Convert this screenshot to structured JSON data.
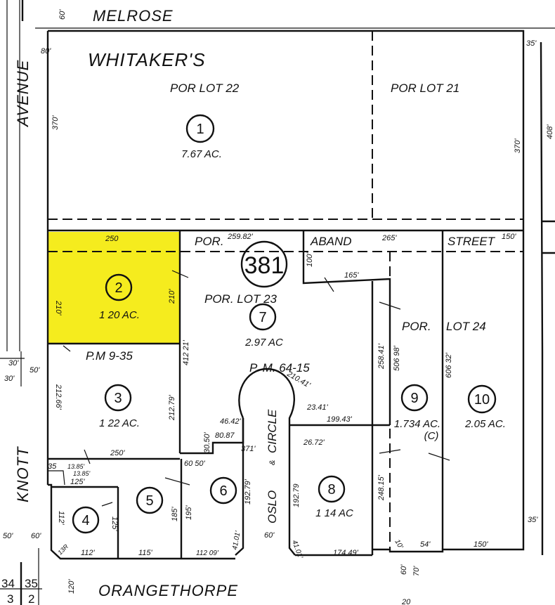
{
  "streets": {
    "top": "MELROSE",
    "left": "AVENUE",
    "left_lower": "KNOTT",
    "bottom": "ORANGETHORPE",
    "circle": "OSLO",
    "circle_suffix": "CIRCLE",
    "aband_1": "ABAND",
    "aband_2": "STREET"
  },
  "tract": {
    "name": "WHITAKER'S",
    "page_number": "381",
    "pm_top": "P. M.  64-15",
    "pm_left": "P.M  9-35"
  },
  "lots": {
    "por_lot_22": "POR  LOT 22",
    "por_lot_21": "POR   LOT   21",
    "por": "POR.",
    "por_lot_23": "POR. LOT   23",
    "por_lot_24_a": "POR.",
    "por_lot_24_b": "LOT    24"
  },
  "parcels": [
    {
      "number": "1",
      "acres": "7.67 AC."
    },
    {
      "number": "2",
      "acres": "1 20 AC."
    },
    {
      "number": "3",
      "acres": "1 22 AC."
    },
    {
      "number": "4",
      "acres": ""
    },
    {
      "number": "5",
      "acres": ""
    },
    {
      "number": "6",
      "acres": ""
    },
    {
      "number": "7",
      "acres": "2.97 AC"
    },
    {
      "number": "8",
      "acres": "1 14 AC"
    },
    {
      "number": "9",
      "acres": "1.734 AC.",
      "note": "(C)"
    },
    {
      "number": "10",
      "acres": "2.05 AC."
    }
  ],
  "dimensions": {
    "d60_top": "60'",
    "d80": "80'",
    "d370_left": "370'",
    "d370_right": "370'",
    "d35_top": "35'",
    "d408": "408'",
    "d250_top": "250",
    "d259": "259.82'",
    "d265": "265'",
    "d150_top": "150'",
    "d210_left": "210'",
    "d210_right": "210'",
    "d100": "100'",
    "d165": "165'",
    "d412": "412 21'",
    "d258": "258.41'",
    "d506": "506 98'",
    "d606": "606 32'",
    "d30": "30'",
    "d50_a": "50'",
    "d30b": "30'",
    "d212_66": "212.66'",
    "d212_79": "212.79'",
    "d210_41": "210.41'",
    "d250_mid": "250'",
    "d46": "46.42'",
    "d80_87": "80.87",
    "d30_50": "30.50'",
    "d60_50": "60 50'",
    "d371": "371'",
    "d23": "23.41'",
    "d199": "199.43'",
    "d26": "26.72'",
    "d35_left": "35",
    "d13_85a": "13.85'",
    "d13_85b": "13.85'",
    "d125_a": "125'",
    "d112_left": "112'",
    "d125_b": "125'",
    "d185": "185'",
    "d195": "195'",
    "d192_79a": "192.79'",
    "d192_79b": "192.79",
    "d248": "248.15'",
    "d50_b": "50'",
    "d60_b": "60'",
    "d13r": "13R",
    "d112_bot": "112'",
    "d115": "115'",
    "d112_09": "112 09'",
    "d41_a": "41.01'",
    "d60_c": "60'",
    "d41_b": "41.01'",
    "d174": "174 49'",
    "d10": "10'",
    "d54": "54'",
    "d150_bot": "150'",
    "d35_right": "35'",
    "d60_d": "60'",
    "d70": "70'",
    "d120": "120'",
    "d20": "20"
  },
  "page_index": {
    "a": "34",
    "b": "35",
    "c": "3",
    "d": "2"
  },
  "colors": {
    "highlight": "#f5ec1e",
    "ink": "#111111",
    "paper": "#ffffff"
  }
}
